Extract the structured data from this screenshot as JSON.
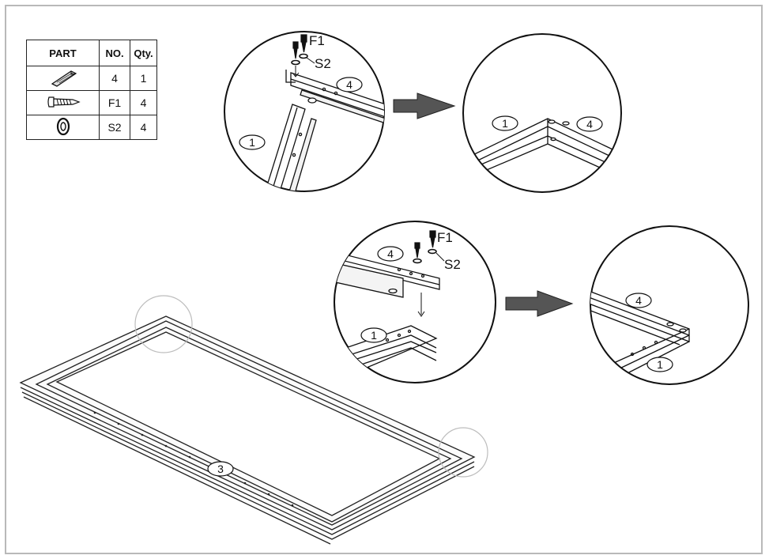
{
  "parts_table": {
    "headers": [
      "PART",
      "NO.",
      "Qty."
    ],
    "rows": [
      {
        "icon": "bar-part-icon",
        "no": "4",
        "qty": "1"
      },
      {
        "icon": "screw-icon",
        "no": "F1",
        "qty": "4"
      },
      {
        "icon": "washer-icon",
        "no": "S2",
        "qty": "4"
      }
    ]
  },
  "step_top": {
    "detail_labels": {
      "screw": "F1",
      "washer": "S2",
      "part_a": "4",
      "part_b": "1"
    },
    "result_labels": {
      "left": "1",
      "right": "4"
    }
  },
  "step_mid": {
    "detail_labels": {
      "screw": "F1",
      "washer": "S2",
      "part_a": "4",
      "part_b": "1"
    },
    "result_labels": {
      "top": "4",
      "bottom": "1"
    }
  },
  "frame": {
    "part_label": "3"
  },
  "colors": {
    "arrow": "#555555",
    "line": "#1a1a1a",
    "circle_highlight": "#bdbdbd"
  }
}
